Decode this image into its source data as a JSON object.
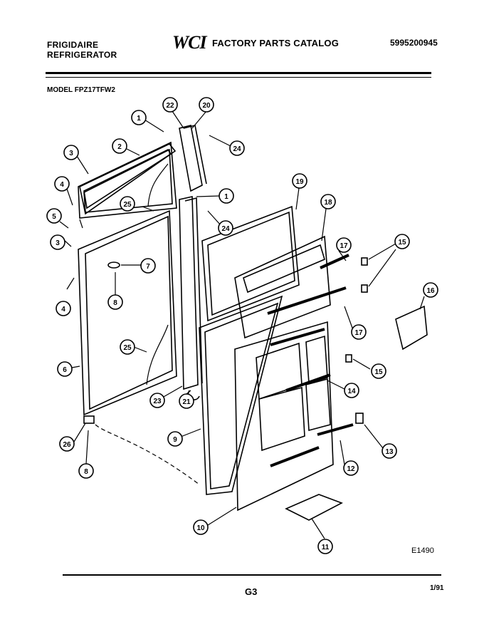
{
  "header": {
    "brand_line1": "FRIGIDAIRE",
    "brand_line2": "REFRIGERATOR",
    "logo_text": "WCI",
    "catalog_title": "FACTORY PARTS CATALOG",
    "part_number": "5995200945",
    "model_label": "MODEL FPZ17TFW2"
  },
  "footer": {
    "figure_code": "E1490",
    "page_code": "G3",
    "date_code": "1/91"
  },
  "callouts": [
    "1",
    "2",
    "3",
    "4",
    "5",
    "3",
    "7",
    "8",
    "4",
    "6",
    "25",
    "22",
    "20",
    "24",
    "1",
    "24",
    "25",
    "23",
    "21",
    "26",
    "8",
    "9",
    "10",
    "19",
    "18",
    "17",
    "15",
    "16",
    "17",
    "15",
    "14",
    "13",
    "12",
    "11"
  ]
}
